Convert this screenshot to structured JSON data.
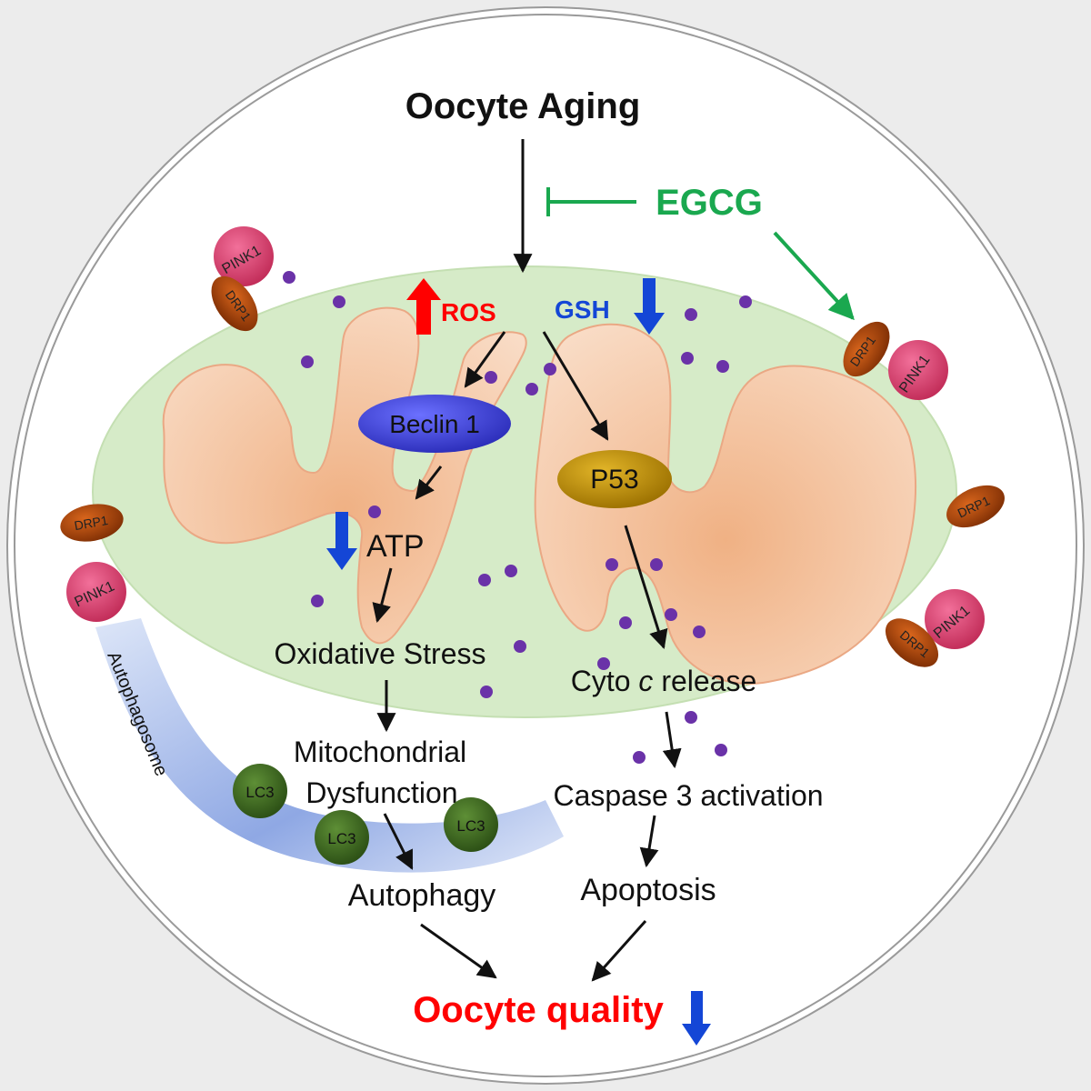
{
  "title": "Oocyte Aging",
  "inhibitor": "EGCG",
  "ros": "ROS",
  "gsh": "GSH",
  "beclin": "Beclin 1",
  "p53": "P53",
  "atp": "ATP",
  "oxidative": "Oxidative Stress",
  "mito_line1": "Mitochondrial",
  "mito_line2": "Dysfunction",
  "cyto_pre": "Cyto ",
  "cyto_c": "c",
  "cyto_post": " release",
  "caspase": "Caspase 3 activation",
  "autophagy": "Autophagy",
  "apoptosis": "Apoptosis",
  "quality": "Oocyte quality",
  "autophagosome": "Autophagosome",
  "lc3": "LC3",
  "pink1": "PINK1",
  "drp1": "DRP1",
  "colors": {
    "background": "#ececec",
    "mitochondrion_outer": "#d6ebc8",
    "cristae": "#f2bb94",
    "increase": "#ff0000",
    "decrease": "#1446d6",
    "egcg": "#1aa84f",
    "beclin": "#3b3fd8",
    "p53": "#b88a00",
    "lc3": "#3d6e21",
    "pink1": "#e0406e",
    "drp1": "#a6420a"
  }
}
